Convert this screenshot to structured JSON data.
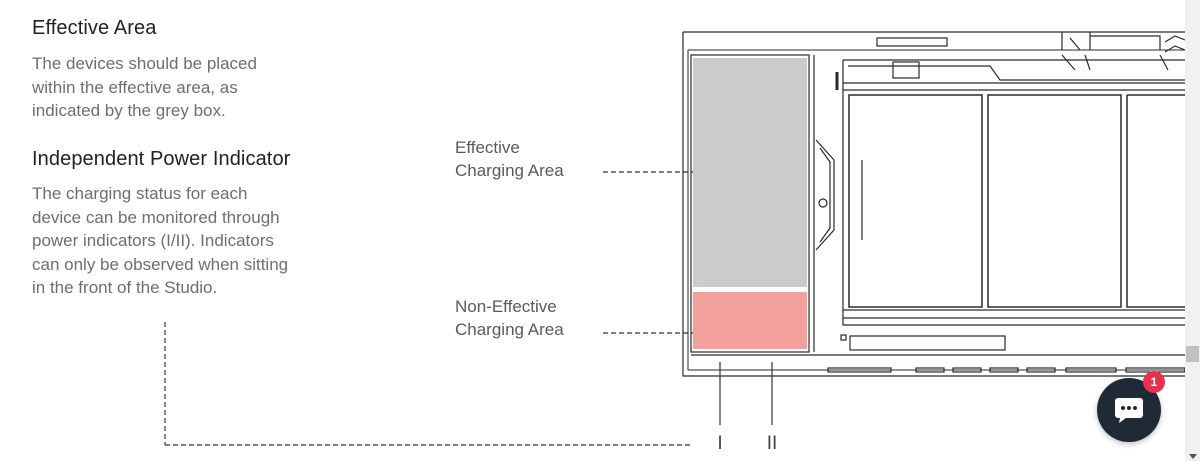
{
  "content": {
    "effective_area": {
      "title": "Effective Area",
      "lines": [
        "The devices should be placed",
        "within the effective area, as",
        "indicated by the grey box."
      ]
    },
    "power_indicator": {
      "title": "Independent Power Indicator",
      "lines": [
        "The charging status for each",
        "device can be monitored through",
        "power indicators (I/II). Indicators",
        "can only be observed when sitting",
        "in the front of the Studio."
      ]
    }
  },
  "diagram": {
    "effective_label": [
      "Effective",
      "Charging Area"
    ],
    "non_effective_label": [
      "Non-Effective",
      "Charging Area"
    ],
    "indicator_1": "I",
    "indicator_2": "II",
    "colors": {
      "effective_area": "#cbcbcb",
      "non_effective_area": "#f4a09a",
      "outline": "#2a2a2a"
    }
  },
  "chat_widget": {
    "icon": "chat-bubble-icon",
    "badge_count": "1",
    "color": "#202a36",
    "badge_color": "#e8304f"
  }
}
